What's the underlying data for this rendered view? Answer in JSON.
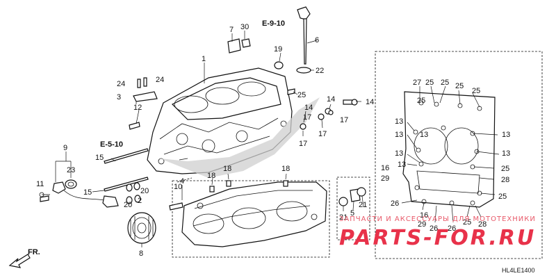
{
  "refs": {
    "e910": "E-9-10",
    "e510": "E-5-10"
  },
  "labels": {
    "l1": "1",
    "l2": "2",
    "l3": "3",
    "l4": "4",
    "l5": "5",
    "l6": "6",
    "l7": "7",
    "l8": "8",
    "l9": "9",
    "l10": "10",
    "l11": "11",
    "l12": "12",
    "l13a": "13",
    "l13b": "13",
    "l13c": "13",
    "l13d": "13",
    "l13e": "13",
    "l13f": "13",
    "l13g": "13",
    "l14a": "14",
    "l14b": "14",
    "l14c": "14",
    "l15a": "15",
    "l15b": "15",
    "l16a": "16",
    "l16b": "16",
    "l17a": "17",
    "l17b": "17",
    "l17c": "17",
    "l17d": "17",
    "l18a": "18",
    "l18b": "18",
    "l18c": "18",
    "l19": "19",
    "l20a": "20",
    "l20b": "20",
    "l21a": "21",
    "l21b": "21",
    "l22": "22",
    "l23": "23",
    "l24a": "24",
    "l24b": "24",
    "l25a": "25",
    "l25b": "25",
    "l25c": "25",
    "l25d": "25",
    "l25e": "25",
    "l25f": "25",
    "l25g": "25",
    "l25h": "25",
    "l25i": "25",
    "l26a": "26",
    "l26b": "26",
    "l26c": "26",
    "l27": "27",
    "l28a": "28",
    "l28b": "28",
    "l29a": "29",
    "l29b": "29",
    "l30": "30"
  },
  "direction_label": "FR.",
  "watermark": {
    "line1": "ЗАПЧАСТИ И АКСЕССУАРЫ ДЛЯ МОТОТЕХНИКИ",
    "line2": "PARTS-FOR.RU"
  },
  "diagram_code": "HL4LE1400"
}
